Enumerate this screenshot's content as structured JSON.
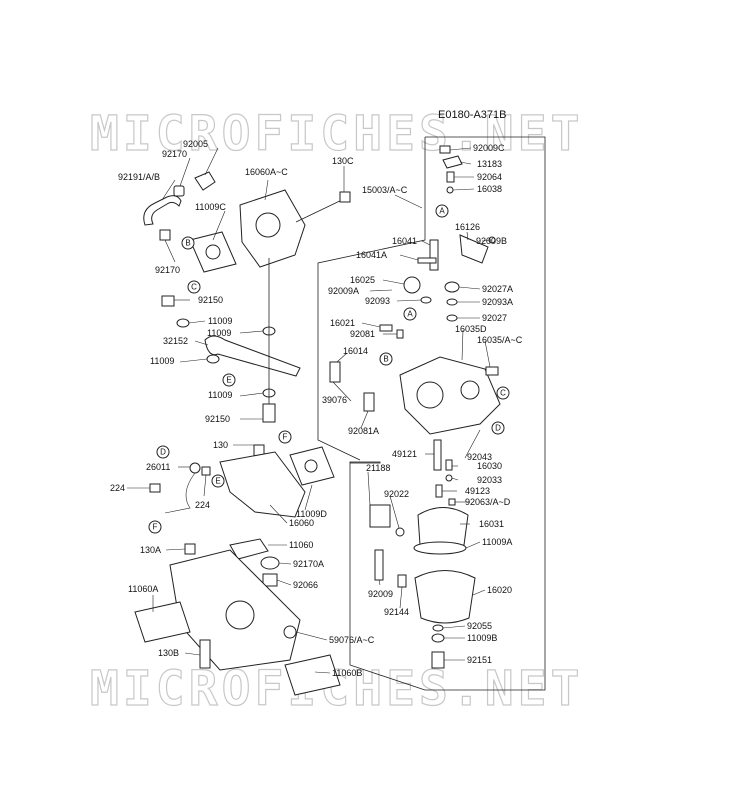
{
  "diagram_code": "E0180-A371B",
  "watermark": "MICROFICHES.NET",
  "refs": [
    "A",
    "B",
    "C",
    "D",
    "E",
    "F"
  ],
  "labels": {
    "p92005": "92005",
    "p92170a": "92170",
    "p92191": "92191/A/B",
    "p16060": "16060A~C",
    "p130c": "130C",
    "p15003": "15003/A~C",
    "p11009c": "11009C",
    "p92170b": "92170",
    "p92150a": "92150",
    "p11009a": "11009",
    "p11009b": "11009",
    "p32152": "32152",
    "p11009c2": "11009",
    "p11009d": "11009",
    "p92150b": "92150",
    "p130": "130",
    "p26011": "26011",
    "p224a": "224",
    "p224b": "224",
    "p16060b": "16060",
    "p11009D": "11009D",
    "p11060": "11060",
    "p130a": "130A",
    "p92170A": "92170A",
    "p92066": "92066",
    "p11060a": "11060A",
    "p130b": "130B",
    "p59076": "59076/A~C",
    "p11060b": "11060B",
    "p92009c": "92009C",
    "p13183": "13183",
    "p92064": "92064",
    "p16038": "16038",
    "p16041": "16041",
    "p16126": "16126",
    "p92009b": "92009B",
    "p16041a": "16041A",
    "p16025": "16025",
    "p92027a": "92027A",
    "p92009a": "92009A",
    "p92093": "92093",
    "p92093a": "92093A",
    "p16021": "16021",
    "p92027": "92027",
    "p92081": "92081",
    "p16035d": "16035D",
    "p16035": "16035/A~C",
    "p16014": "16014",
    "p39076": "39076",
    "p92081a": "92081A",
    "p49121": "49121",
    "p92043": "92043",
    "p21188": "21188",
    "p16030": "16030",
    "p92033": "92033",
    "p92022": "92022",
    "p49123": "49123",
    "p92063": "92063/A~D",
    "p16031": "16031",
    "p11009A": "11009A",
    "p92009": "92009",
    "p92144": "92144",
    "p16020": "16020",
    "p92055": "92055",
    "p11009B": "11009B",
    "p92151": "92151"
  },
  "colors": {
    "line": "#222222",
    "watermark": "#c8c8c8",
    "background": "#ffffff"
  }
}
